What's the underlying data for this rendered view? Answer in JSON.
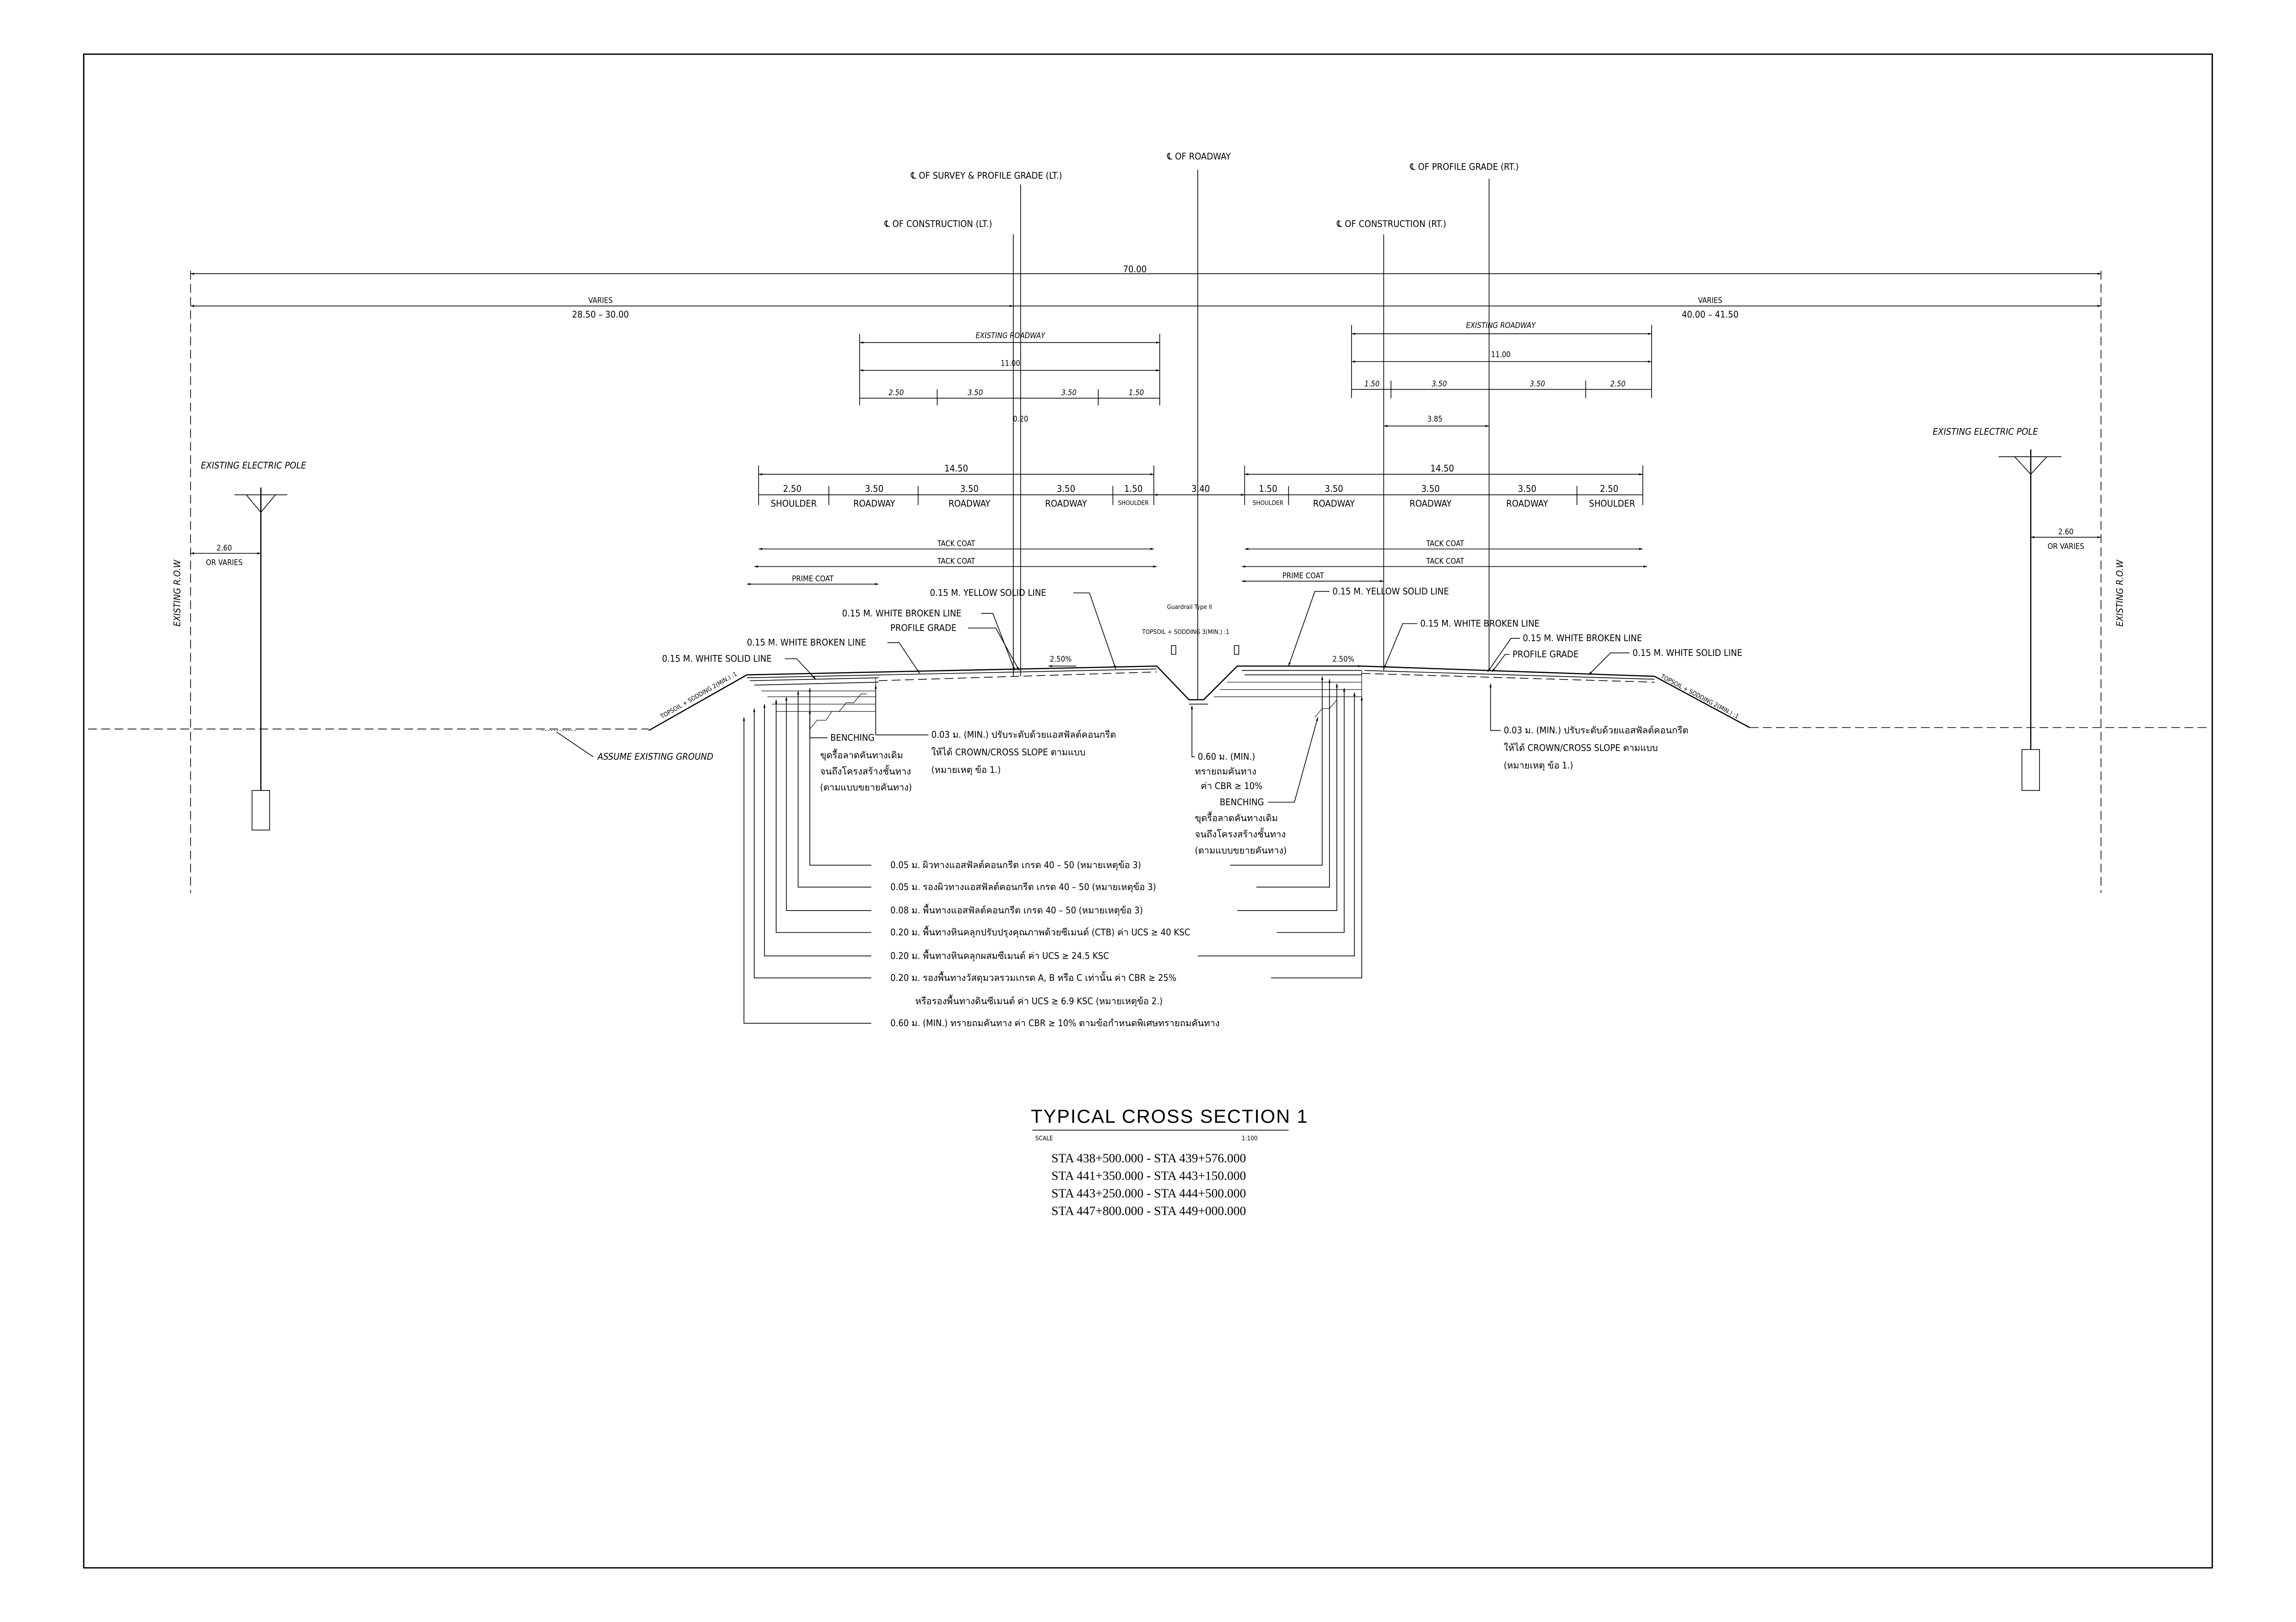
{
  "centerlines": {
    "roadway": "℄ OF ROADWAY",
    "survey_lt": "℄ OF SURVEY & PROFILE GRADE (LT.)",
    "construction_lt": "℄ OF CONSTRUCTION (LT.)",
    "construction_rt": "℄ OF CONSTRUCTION (RT.)",
    "profile_rt": "℄ OF PROFILE GRADE (RT.)"
  },
  "overall": {
    "total": "70.00",
    "left_varies": "VARIES",
    "left_range": "28.50 – 30.00",
    "right_varies": "VARIES",
    "right_range": "40.00 – 41.50"
  },
  "existing_lt": {
    "label": "EXISTING ROADWAY",
    "total": "11.00",
    "parts": [
      "2.50",
      "3.50",
      "3.50",
      "1.50"
    ],
    "offset": "0.20"
  },
  "existing_rt": {
    "label": "EXISTING ROADWAY",
    "total": "11.00",
    "parts": [
      "1.50",
      "3.50",
      "3.50",
      "2.50"
    ],
    "offset": "3.85"
  },
  "proposed_lt": {
    "total": "14.50",
    "parts": [
      {
        "w": "2.50",
        "name": "SHOULDER"
      },
      {
        "w": "3.50",
        "name": "ROADWAY"
      },
      {
        "w": "3.50",
        "name": "ROADWAY"
      },
      {
        "w": "3.50",
        "name": "ROADWAY"
      },
      {
        "w": "1.50",
        "name": "SHOULDER"
      }
    ]
  },
  "median": "3.40",
  "proposed_rt": {
    "total": "14.50",
    "parts": [
      {
        "w": "1.50",
        "name": "SHOULDER"
      },
      {
        "w": "3.50",
        "name": "ROADWAY"
      },
      {
        "w": "3.50",
        "name": "ROADWAY"
      },
      {
        "w": "3.50",
        "name": "ROADWAY"
      },
      {
        "w": "2.50",
        "name": "SHOULDER"
      }
    ]
  },
  "coats": {
    "tack": "TACK COAT",
    "prime": "PRIME COAT"
  },
  "poles": {
    "label": "EXISTING ELECTRIC POLE",
    "offset": "2.60",
    "offset_note": "OR VARIES",
    "row": "EXISTING R.O.W"
  },
  "markings": {
    "yellow_solid": "0.15 M. YELLOW SOLID LINE",
    "white_broken": "0.15 M. WHITE BROKEN LINE",
    "white_solid": "0.15 M. WHITE SOLID LINE",
    "profile_grade": "PROFILE GRADE",
    "slope": "2.50%",
    "guardrail": "Guardrail Type II",
    "topsoil_median": "TOPSOIL + SODDING 3(MIN.) :1",
    "topsoil_side": "TOPSOIL + SODDING 2(MIN.) :1",
    "existing_ground": "ASSUME EXISTING GROUND"
  },
  "notes": {
    "benching": "BENCHING",
    "benching_lines": [
      "ขุดรื้อลาดคันทางเดิม",
      "จนถึงโครงสร้างชั้นทาง",
      "(ตามแบบขยายคันทาง)"
    ],
    "leveling": [
      "0.03 ม. (MIN.) ปรับระดับด้วยแอสฟัลต์คอนกรีต",
      "ให้ได้ CROWN/CROSS SLOPE ตามแบบ",
      "(หมายเหตุ ข้อ 1.)"
    ],
    "median_fill": [
      "0.60 ม. (MIN.)",
      "ทรายถมคันทาง",
      "ค่า CBR ≥ 10%"
    ]
  },
  "layers": [
    "0.05 ม. ผิวทางแอสฟัลต์คอนกรีต เกรด 40 – 50 (หมายเหตุข้อ 3)",
    "0.05 ม. รองผิวทางแอสฟัลต์คอนกรีต เกรด 40 – 50 (หมายเหตุข้อ 3)",
    "0.08 ม. พื้นทางแอสฟัลต์คอนกรีต เกรด 40 – 50 (หมายเหตุข้อ 3)",
    "0.20 ม. พื้นทางหินคลุกปรับปรุงคุณภาพด้วยซีเมนต์ (CTB) ค่า UCS ≥ 40 KSC",
    "0.20 ม. พื้นทางหินคลุกผสมซีเมนต์ ค่า UCS ≥ 24.5 KSC",
    "0.20 ม. รองพื้นทางวัสดุมวลรวมเกรด A, B หรือ C เท่านั้น ค่า CBR ≥ 25%",
    "หรือรองพื้นทางดินซีเมนต์ ค่า UCS ≥ 6.9 KSC (หมายเหตุข้อ 2.)",
    "0.60 ม. (MIN.) ทรายถมคันทาง ค่า CBR ≥ 10% ตามข้อกำหนดพิเศษทรายถมคันทาง"
  ],
  "title": {
    "name": "TYPICAL CROSS SECTION 1",
    "scale_label": "SCALE",
    "scale": "1:100",
    "stations": [
      "STA  438+500.000 - STA 439+576.000",
      "STA  441+350.000 - STA 443+150.000",
      "STA  443+250.000 - STA 444+500.000",
      "STA  447+800.000 - STA 449+000.000"
    ]
  }
}
